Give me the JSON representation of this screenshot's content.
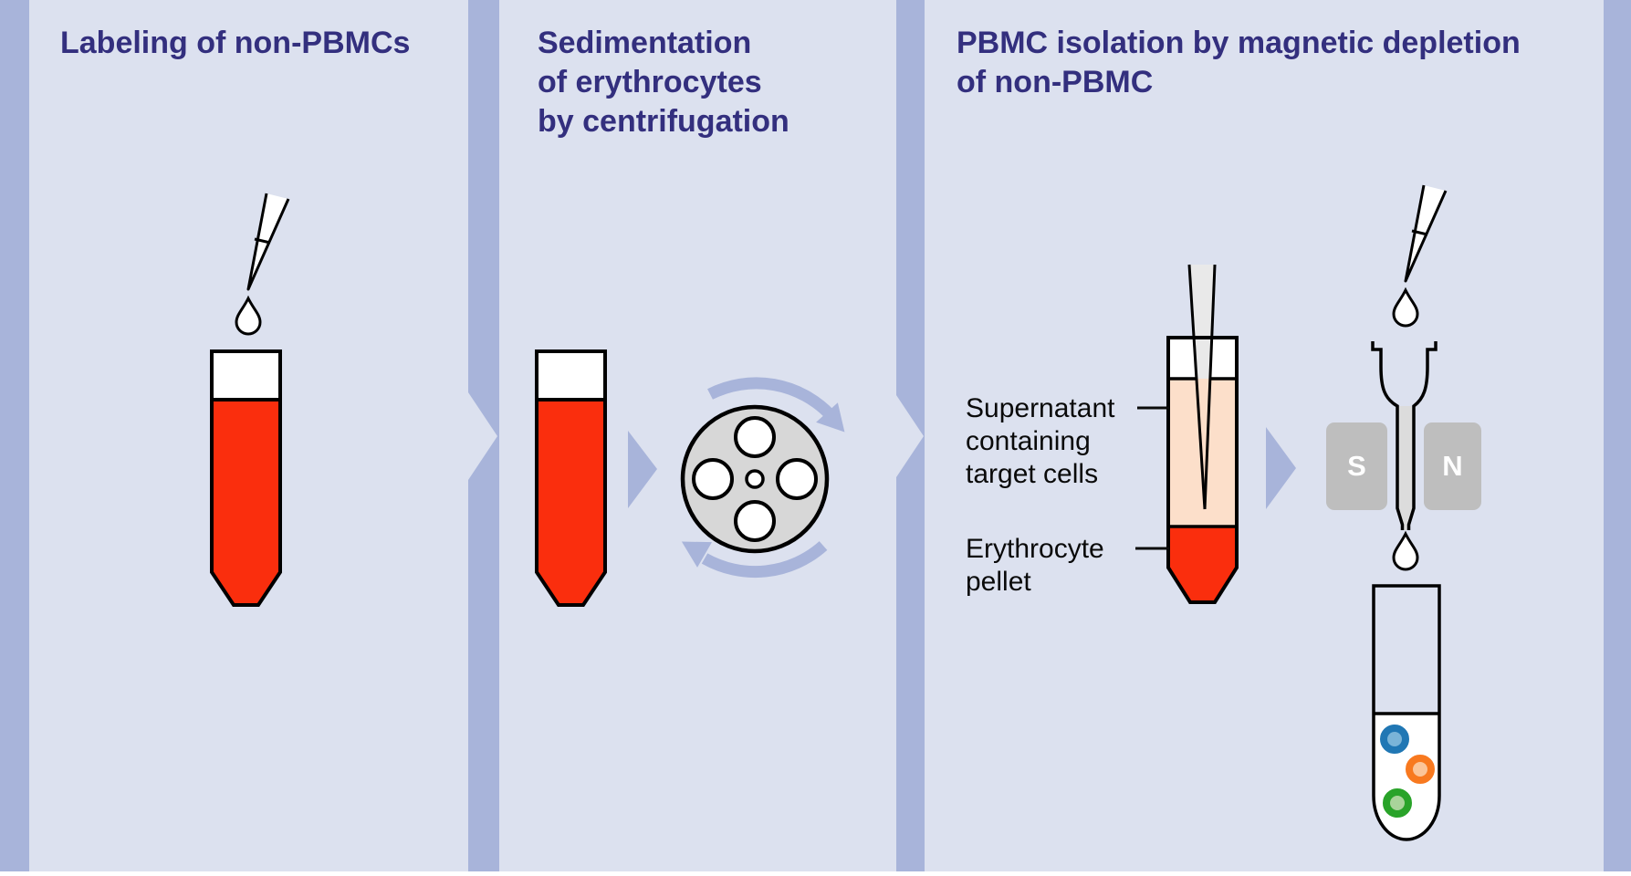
{
  "panels": [
    {
      "title": "Labeling of non-PBMCs"
    },
    {
      "title": "Sedimentation\nof erythrocytes\nby centrifugation"
    },
    {
      "title": "PBMC isolation by magnetic depletion\nof non-PBMC"
    }
  ],
  "labels": {
    "supernatant": "Supernatant\ncontaining\ntarget cells",
    "erythrocyte": "Erythrocyte\npellet"
  },
  "magnet": {
    "south_label": "S",
    "north_label": "N"
  },
  "colors": {
    "panel_bg": "#dce1ef",
    "divider_band": "#a8b4da",
    "flow_arrow": "#a8b4da",
    "title_text": "#332f7e",
    "label_text": "#0a0a0a",
    "blood_red": "#fa2e0d",
    "supernatant_pink": "#fcdfca",
    "rotor_grey": "#d7d7d7",
    "magnet_grey": "#bebebe",
    "column_grey": "#dcdcdc",
    "pipette_grey": "#e9e9e9",
    "cell_blue_ring": "#2077b4",
    "cell_blue_fill": "#7ab4d8",
    "cell_orange_ring": "#f8791f",
    "cell_orange_fill": "#fbc599",
    "cell_green_ring": "#29a329",
    "cell_green_fill": "#a9d49a",
    "outline_black": "#000000"
  },
  "icon_names": [
    "pipette-dropper-icon",
    "droplet-icon",
    "conical-blood-tube-icon",
    "flow-arrow-icon",
    "centrifuge-rotor-icon",
    "rotation-arrows-icon",
    "separation-column-icon",
    "magnet-icon",
    "round-bottom-tube-icon",
    "labeled-cells-icon"
  ]
}
